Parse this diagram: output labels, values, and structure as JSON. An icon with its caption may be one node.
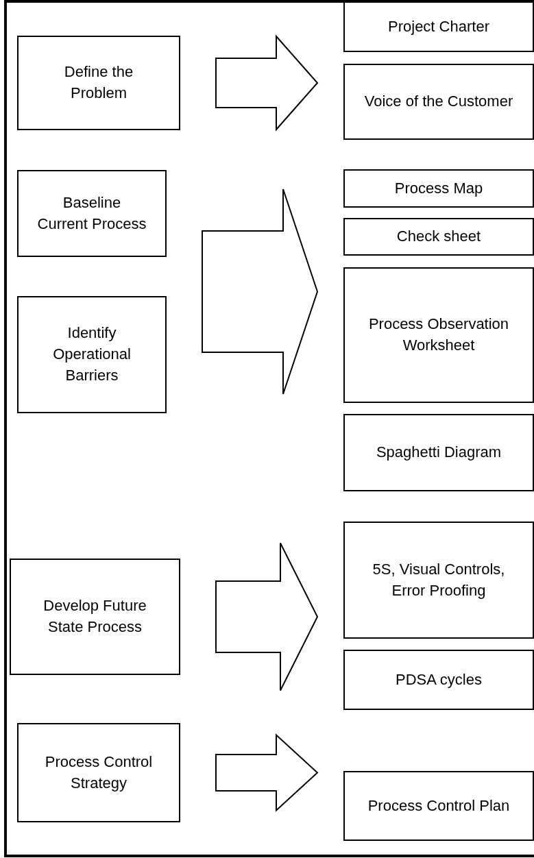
{
  "diagram": {
    "nodes": [
      {
        "text": [
          "Define the Problem"
        ]
      },
      {
        "text": [
          "Project Charter"
        ]
      },
      {
        "text": [
          "Voice of the Customer"
        ]
      },
      {
        "text": [
          "Baseline Current Process"
        ]
      },
      {
        "text": [
          "Identify Operational Barriers"
        ]
      },
      {
        "text": [
          "Process Map"
        ]
      },
      {
        "text": [
          "Check sheet"
        ]
      },
      {
        "text": [
          "Process Observation Worksheet"
        ]
      },
      {
        "text": [
          "Spaghetti Diagram"
        ]
      },
      {
        "text": [
          "Develop Future State Process"
        ]
      },
      {
        "text": [
          "5S, Visual Controls, Error Proofing"
        ]
      },
      {
        "text": [
          "PDSA cycles"
        ]
      },
      {
        "text": [
          "Process Control Strategy"
        ]
      },
      {
        "text": [
          "Process Control Plan"
        ]
      }
    ],
    "edges": [
      {
        "from": 0,
        "to": 1,
        "arrow": "to"
      },
      {
        "from": 0,
        "to": 2,
        "arrow": "to"
      },
      {
        "from": 3,
        "to": 5,
        "arrow": "to"
      },
      {
        "from": 3,
        "to": 6,
        "arrow": "to"
      },
      {
        "from": 3,
        "to": 7,
        "arrow": "to"
      },
      {
        "from": 3,
        "to": 8,
        "arrow": "to"
      },
      {
        "from": 4,
        "to": 5,
        "arrow": "to"
      },
      {
        "from": 4,
        "to": 6,
        "arrow": "to"
      },
      {
        "from": 4,
        "to": 7,
        "arrow": "to"
      },
      {
        "from": 4,
        "to": 8,
        "arrow": "to"
      },
      {
        "from": 9,
        "to": 10,
        "arrow": "to"
      },
      {
        "from": 9,
        "to": 11,
        "arrow": "to"
      },
      {
        "from": 12,
        "to": 13,
        "arrow": "to"
      }
    ]
  }
}
